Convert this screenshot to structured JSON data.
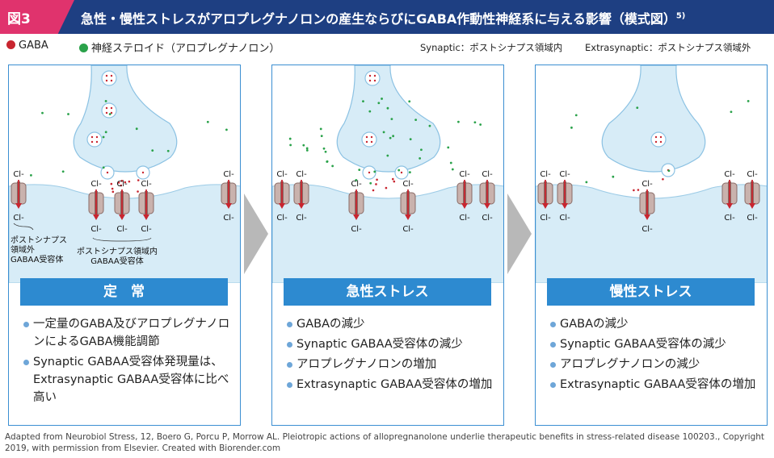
{
  "header": {
    "tag": "図3",
    "title": "急性・慢性ストレスがアロプレグナノロンの産生ならびにGABA作動性神経系に与える影響（模式図）",
    "ref": "5)"
  },
  "legend": {
    "gaba": "GABA",
    "steroid": "神経ステロイド（アロプレグナノロン）"
  },
  "notes": {
    "synaptic": "Synaptic：ポストシナプス領域内",
    "extrasynaptic": "Extrasynaptic：ポストシナプス領域外"
  },
  "colors": {
    "gaba": "#c8252f",
    "steroid": "#2aa24a",
    "header": "#1e3f82",
    "accent": "#e0336d",
    "banner": "#2d8ad0"
  },
  "ion": "Cl-",
  "panels": [
    {
      "title": "定　常",
      "labels": {
        "extra": "ポストシナプス\n領域外\nGABAA受容体",
        "syn": "ポストシナプス領域内\nGABAA受容体"
      },
      "bullets": [
        "一定量のGABA及びアロプレグナノロンによるGABA機能調節",
        "Synaptic GABAA受容体発現量は、Extrasynaptic GABAA受容体に比べ高い"
      ]
    },
    {
      "title": "急性ストレス",
      "bullets": [
        "GABAの減少",
        "Synaptic GABAA受容体の減少",
        "アロプレグナノロンの増加",
        "Extrasynaptic GABAA受容体の増加"
      ]
    },
    {
      "title": "慢性ストレス",
      "bullets": [
        "GABAの減少",
        "Synaptic GABAA受容体の減少",
        "アロプレグナノロンの減少",
        "Extrasynaptic GABAA受容体の増加"
      ]
    }
  ],
  "credit": "Adapted from Neurobiol Stress, 12, Boero G, Porcu P, Morrow AL. Pleiotropic actions of allopregnanolone underlie therapeutic benefits in stress-related disease 100203., Copyright 2019, with permission from Elsevier. Created with Biorender.com"
}
